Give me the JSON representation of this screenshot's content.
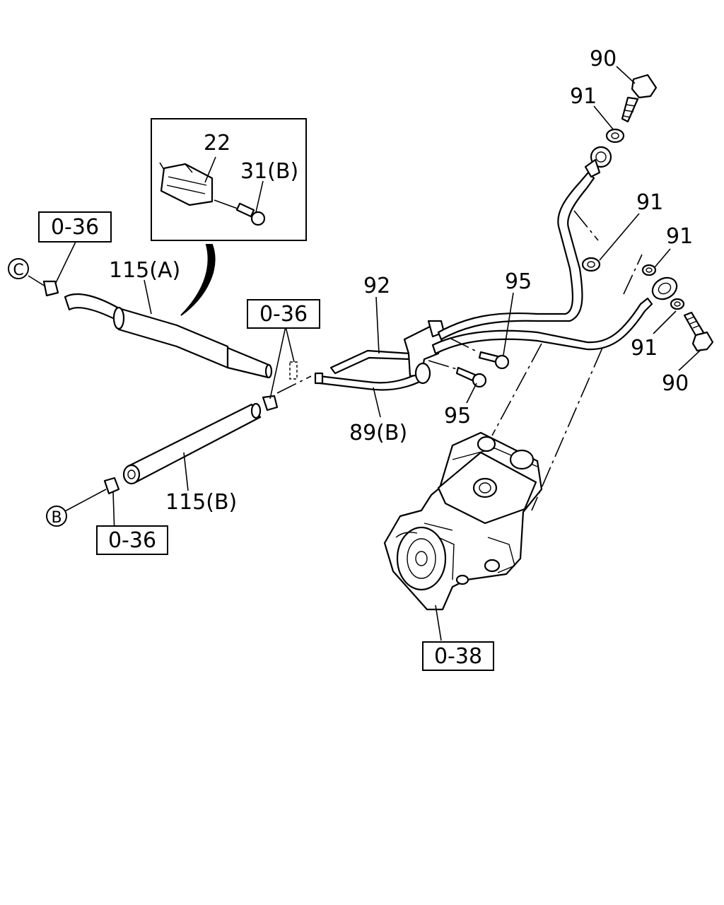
{
  "labels": {
    "l90_top": "90",
    "l91_top": "91",
    "l22": "22",
    "l31b": "31(B)",
    "l91_mid": "91",
    "l91_right": "91",
    "l92": "92",
    "l95_top": "95",
    "l115a": "115(A)",
    "l89b": "89(B)",
    "l95_bottom": "95",
    "l91_lower": "91",
    "l90_lower": "90",
    "l115b": "115(B)"
  },
  "references": {
    "ref036_top": "0-36",
    "ref036_mid": "0-36",
    "ref036_bottom": "0-36",
    "ref038": "0-38"
  },
  "markers": {
    "c": "C",
    "b": "B"
  }
}
